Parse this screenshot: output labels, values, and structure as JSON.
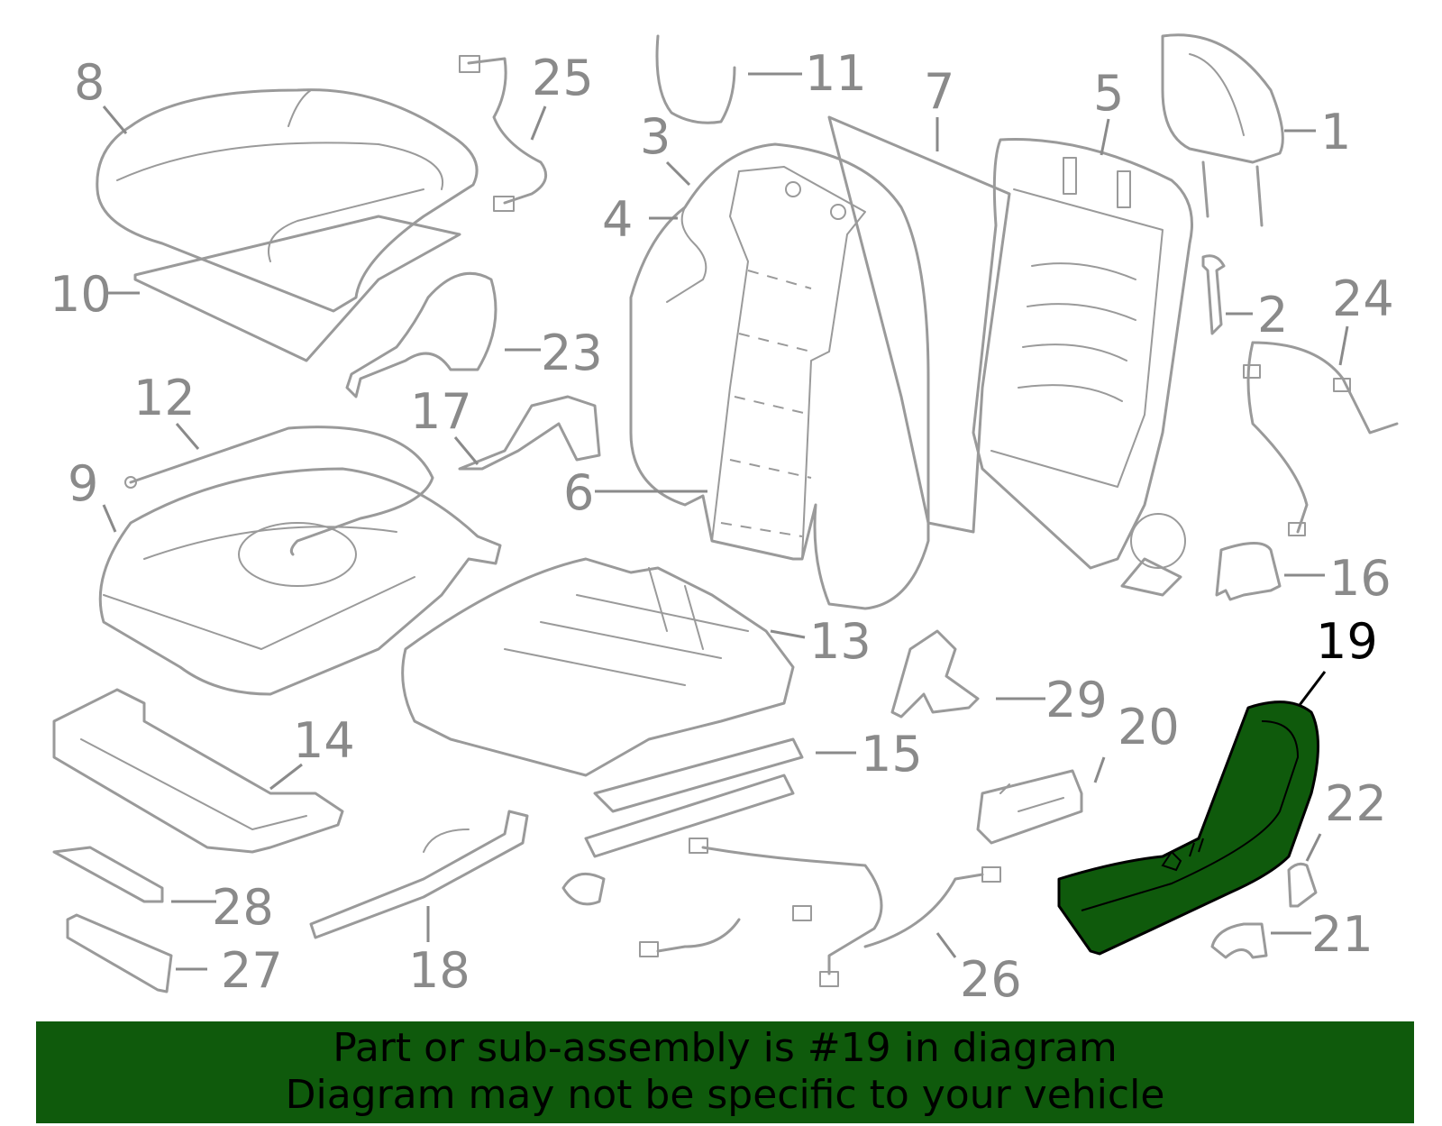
{
  "callouts": {
    "c1": "1",
    "c2": "2",
    "c3": "3",
    "c4": "4",
    "c5": "5",
    "c6": "6",
    "c7": "7",
    "c8": "8",
    "c9": "9",
    "c10": "10",
    "c11": "11",
    "c12": "12",
    "c13": "13",
    "c14": "14",
    "c15": "15",
    "c16": "16",
    "c17": "17",
    "c18": "18",
    "c19": "19",
    "c20": "20",
    "c21": "21",
    "c22": "22",
    "c23": "23",
    "c24": "24",
    "c25": "25",
    "c26": "26",
    "c27": "27",
    "c28": "28",
    "c29": "29"
  },
  "highlight": {
    "part_number": "19",
    "color": "#0f5a0c"
  },
  "banner": {
    "line1": "Part or sub-assembly is #19 in diagram",
    "line2": "Diagram may not be specific to your vehicle",
    "background": "#0f5a0c"
  }
}
